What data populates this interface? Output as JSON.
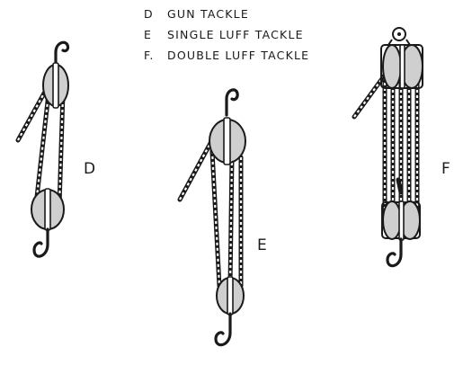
{
  "legend": {
    "items": [
      {
        "letter": "D",
        "name": "GUN TACKLE"
      },
      {
        "letter": "E",
        "name": "SINGLE LUFF TACKLE"
      },
      {
        "letter": "F.",
        "name": "DOUBLE LUFF TACKLE"
      }
    ]
  },
  "tackles": [
    {
      "label": "D",
      "name": "gun tackle"
    },
    {
      "label": "E",
      "name": "single luff tackle"
    },
    {
      "label": "F",
      "name": "double luff tackle"
    }
  ],
  "colors": {
    "ink": "#1a1a1a",
    "sheave": "#cfcfcf",
    "paper": "#ffffff"
  }
}
